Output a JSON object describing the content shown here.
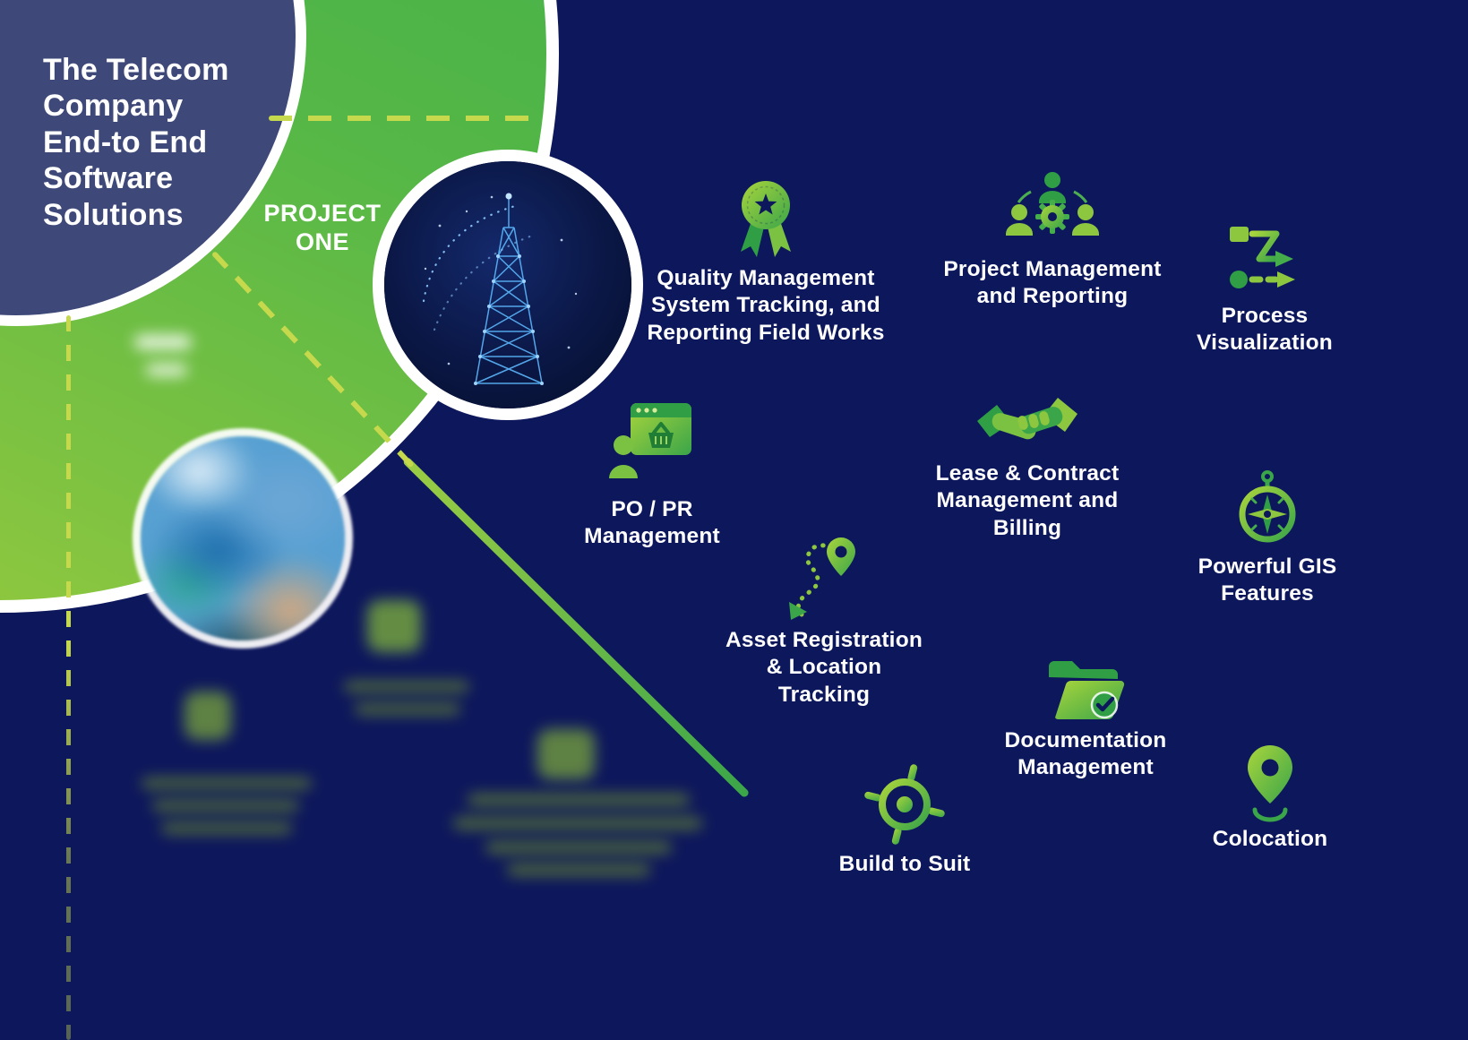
{
  "title": "The Telecom\nCompany\nEnd-to End\nSoftware\nSolutions",
  "project_label": "PROJECT\nONE",
  "features": [
    {
      "id": "quality-management",
      "label": "Quality Management\nSystem Tracking, and\nReporting Field Works",
      "icon": "award-ribbon-icon"
    },
    {
      "id": "project-management",
      "label": "Project Management\nand Reporting",
      "icon": "team-gear-icon"
    },
    {
      "id": "process-visualization",
      "label": "Process\nVisualization",
      "icon": "flow-arrows-icon"
    },
    {
      "id": "po-pr-management",
      "label": "PO / PR\nManagement",
      "icon": "browser-basket-icon"
    },
    {
      "id": "lease-contract",
      "label": "Lease & Contract\nManagement and\nBilling",
      "icon": "handshake-icon"
    },
    {
      "id": "gis-features",
      "label": "Powerful GIS\nFeatures",
      "icon": "compass-icon"
    },
    {
      "id": "asset-registration",
      "label": "Asset Registration\n& Location\nTracking",
      "icon": "route-pin-icon"
    },
    {
      "id": "documentation",
      "label": "Documentation\nManagement",
      "icon": "folder-check-icon"
    },
    {
      "id": "build-to-suit",
      "label": "Build to Suit",
      "icon": "target-icon"
    },
    {
      "id": "colocation",
      "label": "Colocation",
      "icon": "map-pin-icon"
    }
  ],
  "colors": {
    "background_navy": "#0d175c",
    "title_circle_indigo": "#3e4979",
    "brand_green": "#3aa549",
    "brand_lime": "#8dc63f",
    "dashed_line": "#c6d84b",
    "text": "#ffffff"
  }
}
